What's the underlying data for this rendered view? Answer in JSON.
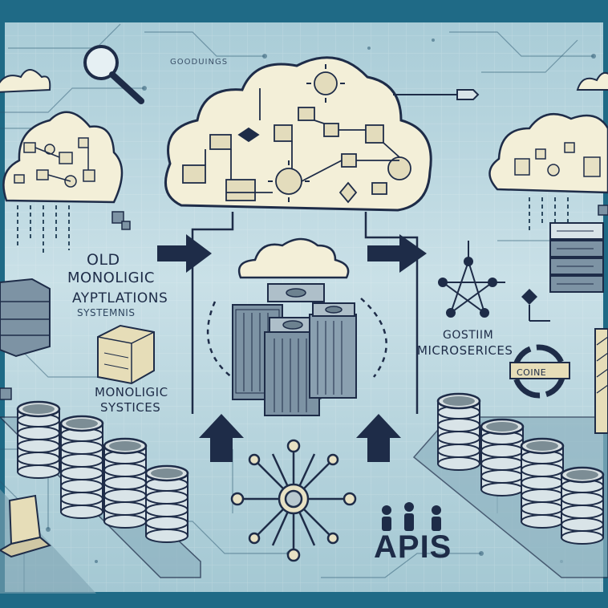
{
  "labels": {
    "old": "OLD",
    "monolithic": "MONOLIGIC",
    "applications": "AYPTLATIONS",
    "systems": "SYSTEMNIS",
    "monolithic_2": "MONOLIGIC",
    "systems_2": "SYSTICES",
    "custom": "GOSTIIM",
    "microservices": "MICROSERICES",
    "cloud_top": "GOODUINGS",
    "apis": "APIS",
    "badge": "COINE"
  },
  "colors": {
    "frame": "#1f6a86",
    "background_light": "#cfe4ea",
    "background_mid": "#9fc6d2",
    "ink": "#1e2c48",
    "cloud_fill": "#f3efd8"
  },
  "icons": [
    "magnifier-icon",
    "server-rack-icon",
    "database-stack-icon",
    "laptop-icon",
    "network-hub-icon",
    "star-network-icon",
    "arrow-icon",
    "people-icon",
    "cloud-icon",
    "gear-icon"
  ]
}
